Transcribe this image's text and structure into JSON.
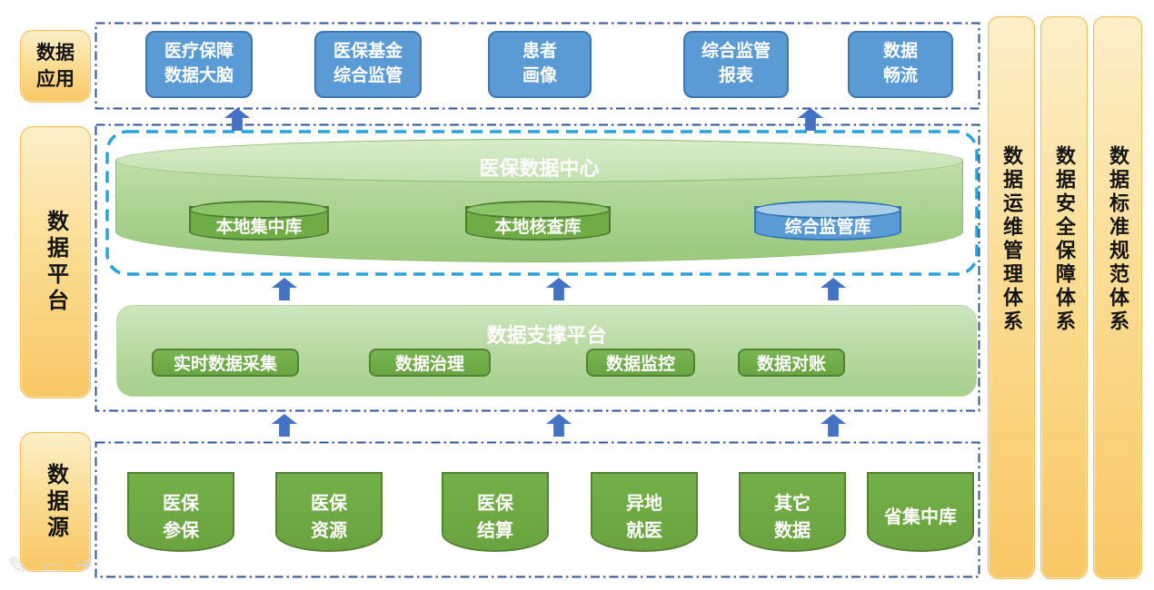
{
  "left_labels": {
    "app": {
      "line1": "数据",
      "line2": "应用"
    },
    "platform": "数据平台",
    "source": "数据源"
  },
  "app_layer": {
    "items": [
      {
        "line1": "医疗保障",
        "line2": "数据大脑"
      },
      {
        "line1": "医保基金",
        "line2": "综合监管"
      },
      {
        "line1": "患者",
        "line2": "画像"
      },
      {
        "line1": "综合监管",
        "line2": "报表"
      },
      {
        "line1": "数据",
        "line2": "畅流"
      }
    ]
  },
  "data_center": {
    "title": "医保数据中心",
    "databases": [
      {
        "label": "本地集中库",
        "color": "green"
      },
      {
        "label": "本地核查库",
        "color": "green"
      },
      {
        "label": "综合监管库",
        "color": "blue"
      }
    ]
  },
  "support_platform": {
    "title": "数据支撑平台",
    "modules": [
      {
        "label": "实时数据采集"
      },
      {
        "label": "数据治理"
      },
      {
        "label": "数据监控"
      },
      {
        "label": "数据对账"
      }
    ]
  },
  "data_sources": {
    "items": [
      {
        "line1": "医保",
        "line2": "参保"
      },
      {
        "line1": "医保",
        "line2": "资源"
      },
      {
        "line1": "医保",
        "line2": "结算"
      },
      {
        "line1": "异地",
        "line2": "就医"
      },
      {
        "line1": "其它",
        "line2": "数据"
      },
      {
        "line1": "省集中库"
      }
    ]
  },
  "right_systems": {
    "items": [
      {
        "label": "数据运维管理体系"
      },
      {
        "label": "数据安全保障体系"
      },
      {
        "label": "数据标准规范体系"
      }
    ]
  },
  "watermarks": {
    "pencil": "✎",
    "shape": "▭",
    "arrow": "➔"
  },
  "colors": {
    "orange_top": "#FDEFC9",
    "orange_bottom": "#F9C765",
    "blue_box": "#5B9BD5",
    "blue_box_border": "#4176AD",
    "green_fill": "#70AD47",
    "green_border": "#548235",
    "green_light_top": "#C5E0B4",
    "panel_green_top": "#CDE6BF",
    "panel_green_bottom": "#A6CF8B",
    "big_cylinder_body": "#A9D18E",
    "big_cylinder_rim": "#CFE7C0",
    "db_blue_fill": "#5B9BD5",
    "db_blue_rim": "#A9CCE9",
    "db_blue_border": "#2E75B6",
    "section_border_navy": "#2F5597",
    "dashed_border_cyan": "#2AA2DC",
    "arrow_blue": "#4472C4"
  }
}
